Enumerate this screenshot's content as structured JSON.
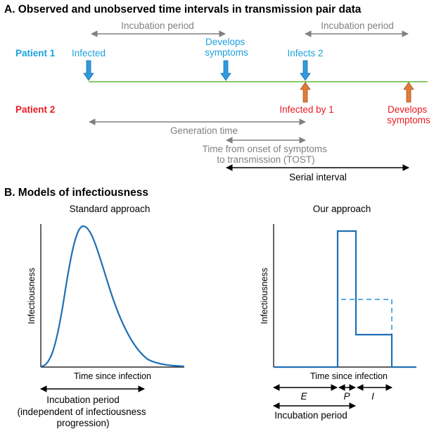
{
  "section_a": {
    "heading": "A. Observed and unobserved time intervals in transmission pair data",
    "patient1_label": "Patient 1",
    "patient2_label": "Patient 2",
    "incubation_period_1": "Incubation period",
    "incubation_period_2": "Incubation period",
    "event_infected": "Infected",
    "event_develops_symptoms_1": [
      "Develops",
      "symptoms"
    ],
    "event_infects_2": "Infects 2",
    "event_infected_by_1": "Infected by 1",
    "event_develops_symptoms_2": [
      "Develops",
      "symptoms"
    ],
    "generation_time": "Generation time",
    "tost": [
      "Time from onset of symptoms",
      "to transmission (TOST)"
    ],
    "serial_interval": "Serial interval"
  },
  "section_b": {
    "heading": "B. Models of infectiousness",
    "standard": {
      "title": "Standard approach",
      "ylabel": "Infectiousness",
      "xlabel": "Time since infection",
      "incubation_label": "Incubation period",
      "incubation_note": [
        "(independent of infectiousness",
        "progression)"
      ]
    },
    "ours": {
      "title": "Our approach",
      "ylabel": "Infectiousness",
      "xlabel": "Time since infection",
      "stage_E": "E",
      "stage_P": "P",
      "stage_I": "I",
      "incubation_label": "Incubation period"
    }
  },
  "colors": {
    "patient1": "#1ba1de",
    "patient2": "#ea1b23",
    "timeline": "#5fb83a",
    "arrow_blue": "#2f9be0",
    "arrow_orange": "#e07b39",
    "interval_grey": "#808080",
    "curve": "#1f6fb5",
    "dashed": "#5aaee0"
  }
}
